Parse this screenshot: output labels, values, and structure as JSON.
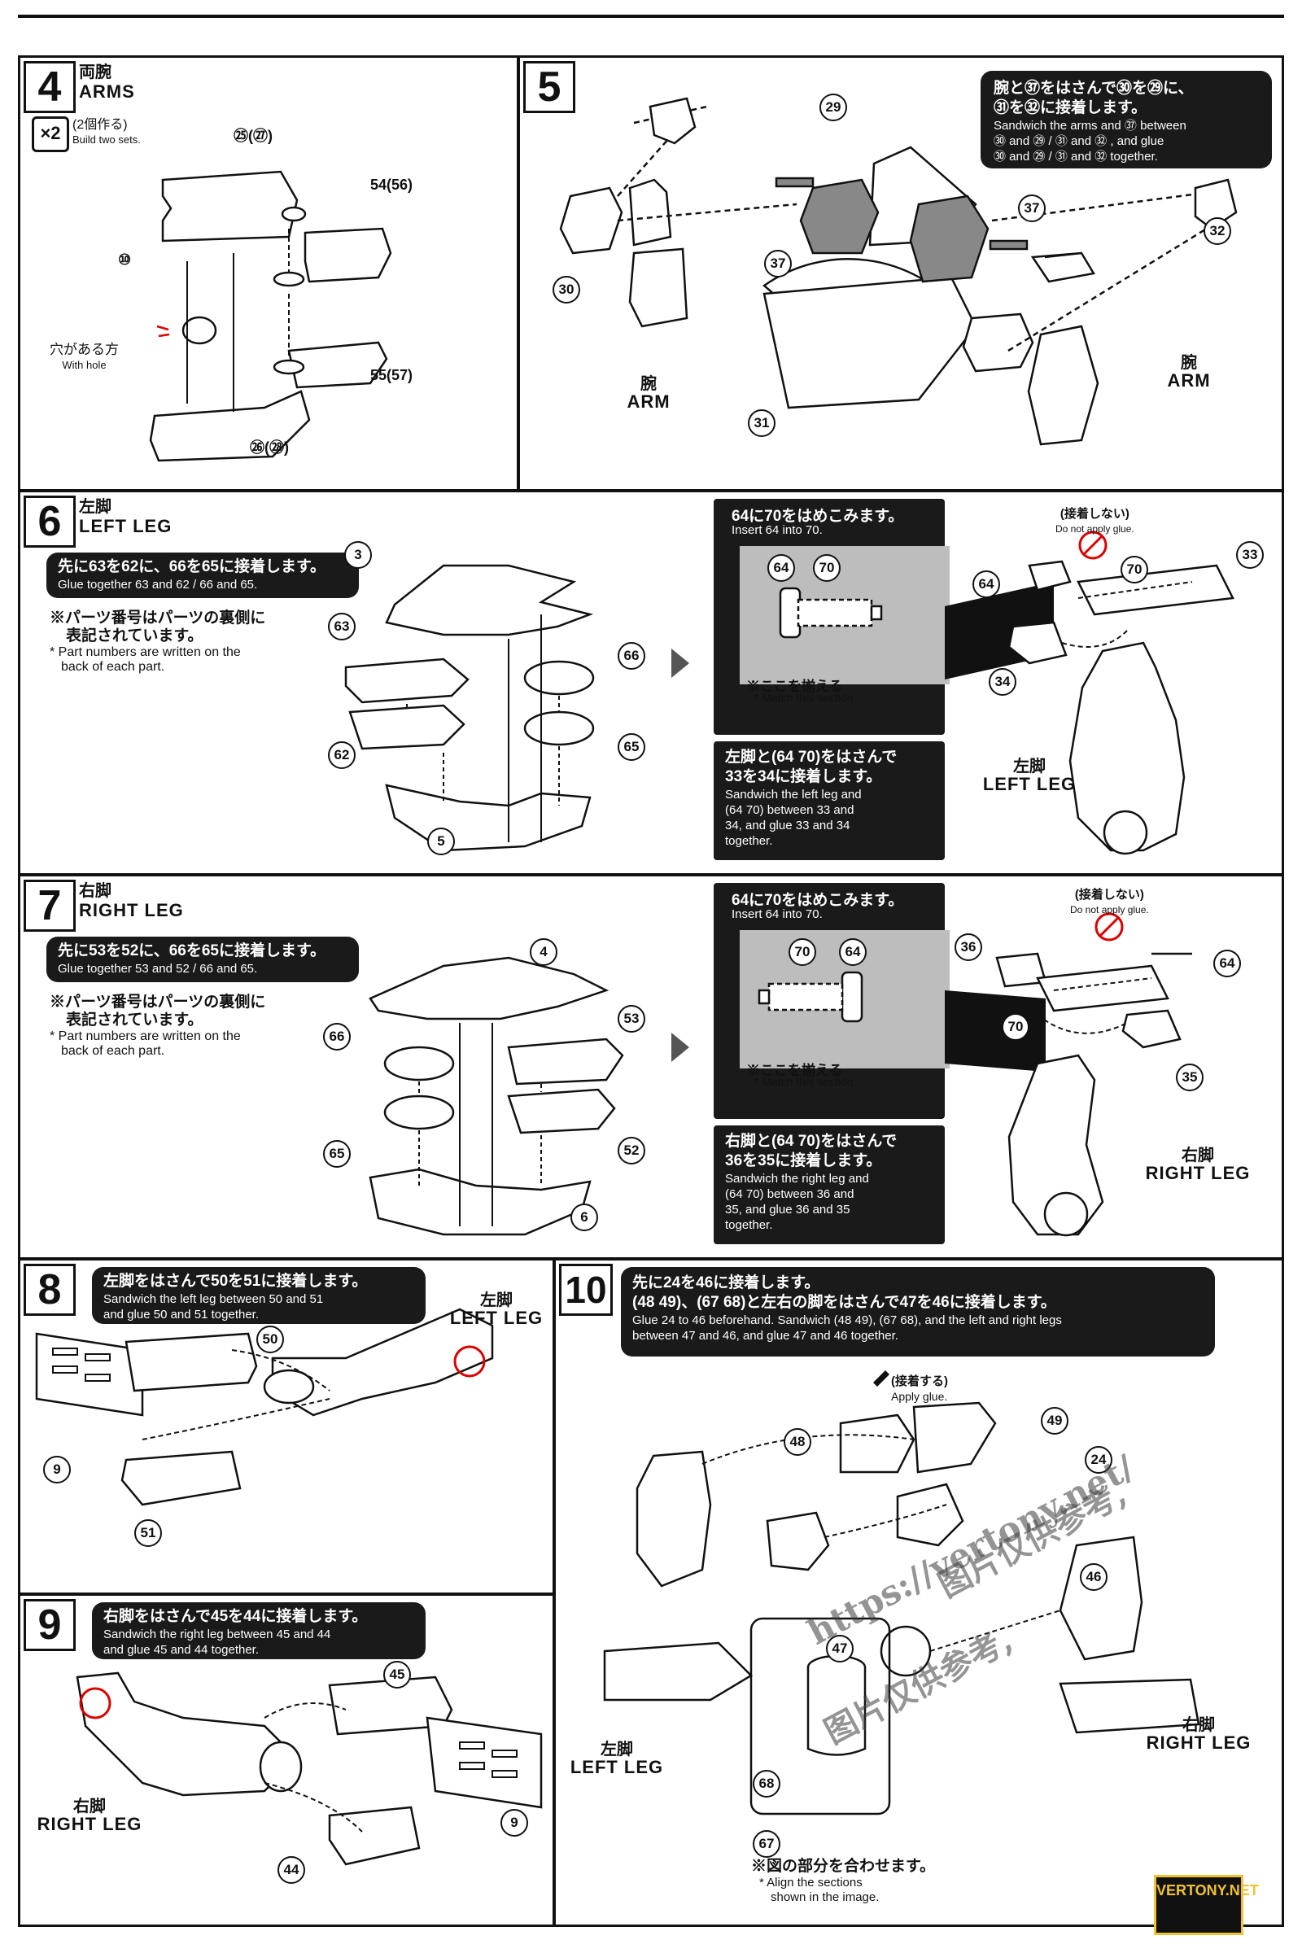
{
  "steps": {
    "s4": {
      "num": "4",
      "jp": "両腕",
      "en": "ARMS",
      "times": "×2",
      "build_jp": "(2個作る)",
      "build_en": "Build two sets.",
      "hole_jp": "穴がある方",
      "hole_en": "With hole",
      "parts": {
        "p25": "㉕(㉗)",
        "p54": "54(56)",
        "p10": "⑩",
        "p55": "55(57)",
        "p26": "㉖(㉘)"
      }
    },
    "s5": {
      "num": "5",
      "bubble_jp1": "腕と㊲をはさんで㉚を㉙に、",
      "bubble_jp2": "㉛を㉜に接着します。",
      "bubble_en1": "Sandwich the arms and ㊲ between",
      "bubble_en2": "㉚ and ㉙ / ㉛ and ㉜ , and glue",
      "bubble_en3": "㉚ and ㉙ / ㉛ and ㉜ together.",
      "arm_jp": "腕",
      "arm_en": "ARM",
      "parts": {
        "p29": "29",
        "p30": "30",
        "p37a": "37",
        "p37b": "37",
        "p32": "32",
        "p31": "31"
      }
    },
    "s6": {
      "num": "6",
      "jp": "左脚",
      "en": "LEFT LEG",
      "bubble_jp": "先に63を62に、66を65に接着します。",
      "bubble_en": "Glue together 63 and 62 / 66 and 65.",
      "note_jp1": "※パーツ番号はパーツの裏側に",
      "note_jp2": "表記されています。",
      "note_en1": "* Part numbers are written on the",
      "note_en2": "back of each part.",
      "inset_jp": "64に70をはめこみます。",
      "inset_en": "Insert 64 into 70.",
      "match_jp": "※ここを揃える",
      "match_en": "* Match this section.",
      "nog_jp": "(接着しない)",
      "nog_en": "Do not apply glue.",
      "b2_jp1": "左脚と(64 70)をはさんで",
      "b2_jp2": "33を34に接着します。",
      "b2_en1": "Sandwich the left leg and",
      "b2_en2": "(64 70) between 33 and",
      "b2_en3": "34, and glue 33 and 34",
      "b2_en4": "together.",
      "leg_jp": "左脚",
      "leg_en": "LEFT LEG",
      "parts": {
        "p3": "3",
        "p63": "63",
        "p66": "66",
        "p62": "62",
        "p65": "65",
        "p5": "5",
        "p64a": "64",
        "p70a": "70",
        "p64b": "64",
        "p70b": "70",
        "p33": "33",
        "p34": "34"
      }
    },
    "s7": {
      "num": "7",
      "jp": "右脚",
      "en": "RIGHT LEG",
      "bubble_jp": "先に53を52に、66を65に接着します。",
      "bubble_en": "Glue together 53 and 52 / 66 and 65.",
      "note_jp1": "※パーツ番号はパーツの裏側に",
      "note_jp2": "表記されています。",
      "note_en1": "* Part numbers are written on the",
      "note_en2": "back of each part.",
      "inset_jp": "64に70をはめこみます。",
      "inset_en": "Insert 64 into 70.",
      "match_jp": "※ここを揃える",
      "match_en": "* Match this section.",
      "nog_jp": "(接着しない)",
      "nog_en": "Do not apply glue.",
      "b2_jp1": "右脚と(64 70)をはさんで",
      "b2_jp2": "36を35に接着します。",
      "b2_en1": "Sandwich the right leg and",
      "b2_en2": "(64 70) between 36 and",
      "b2_en3": "35, and glue 36 and 35",
      "b2_en4": "together.",
      "leg_jp": "右脚",
      "leg_en": "RIGHT LEG",
      "parts": {
        "p4": "4",
        "p53": "53",
        "p66": "66",
        "p52": "52",
        "p65": "65",
        "p6": "6",
        "p70a": "70",
        "p64a": "64",
        "p36": "36",
        "p64b": "64",
        "p70b": "70",
        "p35": "35"
      }
    },
    "s8": {
      "num": "8",
      "bubble_jp": "左脚をはさんで50を51に接着します。",
      "bubble_en1": "Sandwich the left leg between 50 and 51",
      "bubble_en2": "and glue 50 and 51 together.",
      "leg_jp": "左脚",
      "leg_en": "LEFT LEG",
      "parts": {
        "p50": "50",
        "p9": "9",
        "p51": "51"
      }
    },
    "s9": {
      "num": "9",
      "bubble_jp": "右脚をはさんで45を44に接着します。",
      "bubble_en1": "Sandwich the right leg between 45 and 44",
      "bubble_en2": "and glue 45 and 44 together.",
      "leg_jp": "右脚",
      "leg_en": "RIGHT LEG",
      "parts": {
        "p45": "45",
        "p9": "9",
        "p44": "44"
      }
    },
    "s10": {
      "num": "10",
      "bubble_jp1": "先に24を46に接着します。",
      "bubble_jp2": "(48 49)、(67 68)と左右の脚をはさんで47を46に接着します。",
      "bubble_en1": "Glue 24 to 46 beforehand. Sandwich (48 49), (67 68), and the left and right legs",
      "bubble_en2": "between 47 and 46, and glue 47 and 46 together.",
      "glue_jp": "(接着する)",
      "glue_en": "Apply glue.",
      "left_jp": "左脚",
      "left_en": "LEFT LEG",
      "right_jp": "右脚",
      "right_en": "RIGHT LEG",
      "align_jp": "※図の部分を合わせます。",
      "align_en1": "* Align the sections",
      "align_en2": "shown in the image.",
      "parts": {
        "p48": "48",
        "p49": "49",
        "p24": "24",
        "p46": "46",
        "p47": "47",
        "p68": "68",
        "p67": "67"
      }
    }
  },
  "watermark": {
    "line1": "https://vertony.net/",
    "line2": "图片仅供参考,",
    "line3": "图片仅供参考,",
    "line4": "VERTONY.NET"
  },
  "colors": {
    "ink": "#111111",
    "bubble": "#1a1a1a",
    "inset_gray": "#bdbdbd",
    "gold": "#f1c232"
  }
}
